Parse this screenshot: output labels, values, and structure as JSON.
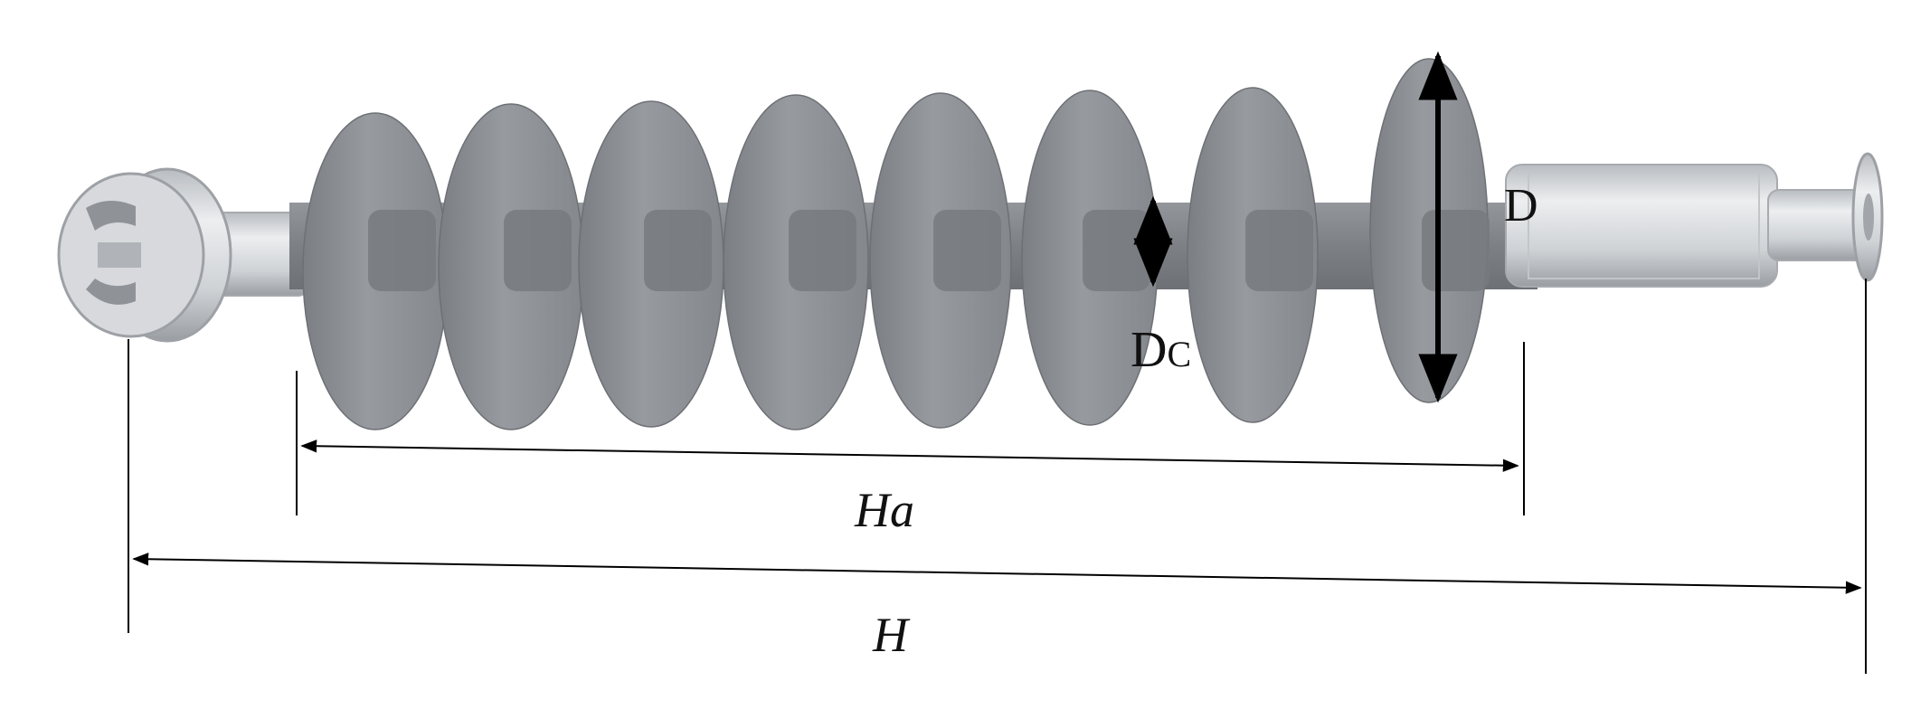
{
  "labels": {
    "D": "D",
    "Dc_main": "D",
    "Dc_sub": "C",
    "Ha_main": "H",
    "Ha_sub": "a",
    "H": "H"
  },
  "colors": {
    "shed": "#8e9196",
    "shed_shadow": "#6f7378",
    "shed_highlight": "#a3a6ab",
    "core": "#808388",
    "fitting": "#c9ccd0",
    "fitting_dark": "#9ea2a7",
    "fitting_light": "#e6e8ea",
    "line": "#000000"
  }
}
